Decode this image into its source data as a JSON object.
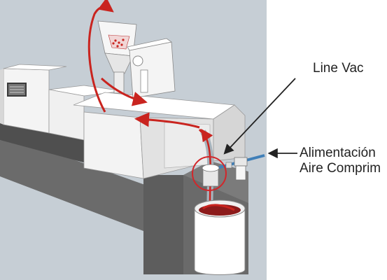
{
  "labels": {
    "line_vac": "Line Vac",
    "air_line1": "Alimentación",
    "air_line2": "Aire Comprim"
  },
  "colors": {
    "backdrop": "#c6ced5",
    "machine_light": "#f4f4f4",
    "machine_shade": "#d7d7d7",
    "base_dark": "#5d5d5d",
    "base_top": "#7b7b7b",
    "flow_arrow": "#c9241f",
    "highlight_circle": "#d2262a",
    "pointer": "#222222",
    "air_hose": "#3f7fb8"
  },
  "icons": [
    "flow-arrow",
    "pointer-arrow",
    "line-vac-device",
    "filter-regulator",
    "material-drum",
    "hopper"
  ]
}
